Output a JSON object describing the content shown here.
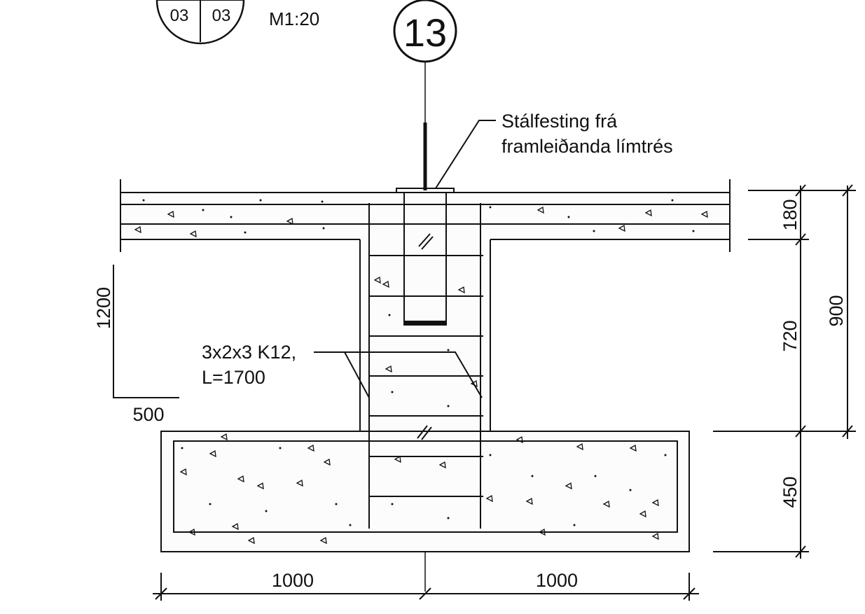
{
  "detail_marker": {
    "left": "03",
    "right": "03"
  },
  "scale": "M1:20",
  "grid_axis": "13",
  "note_connector": {
    "line1": "Stálfesting frá",
    "line2": "framleiðanda límtrés"
  },
  "note_rebar": {
    "line1": "3x2x3 K12,",
    "line2": "L=1700"
  },
  "dimensions": {
    "slab": "180",
    "column": "720",
    "total_right": "900",
    "footing": "450",
    "left_vertical": "1200",
    "left_horizontal": "500",
    "bottom_left": "1000",
    "bottom_right": "1000"
  }
}
